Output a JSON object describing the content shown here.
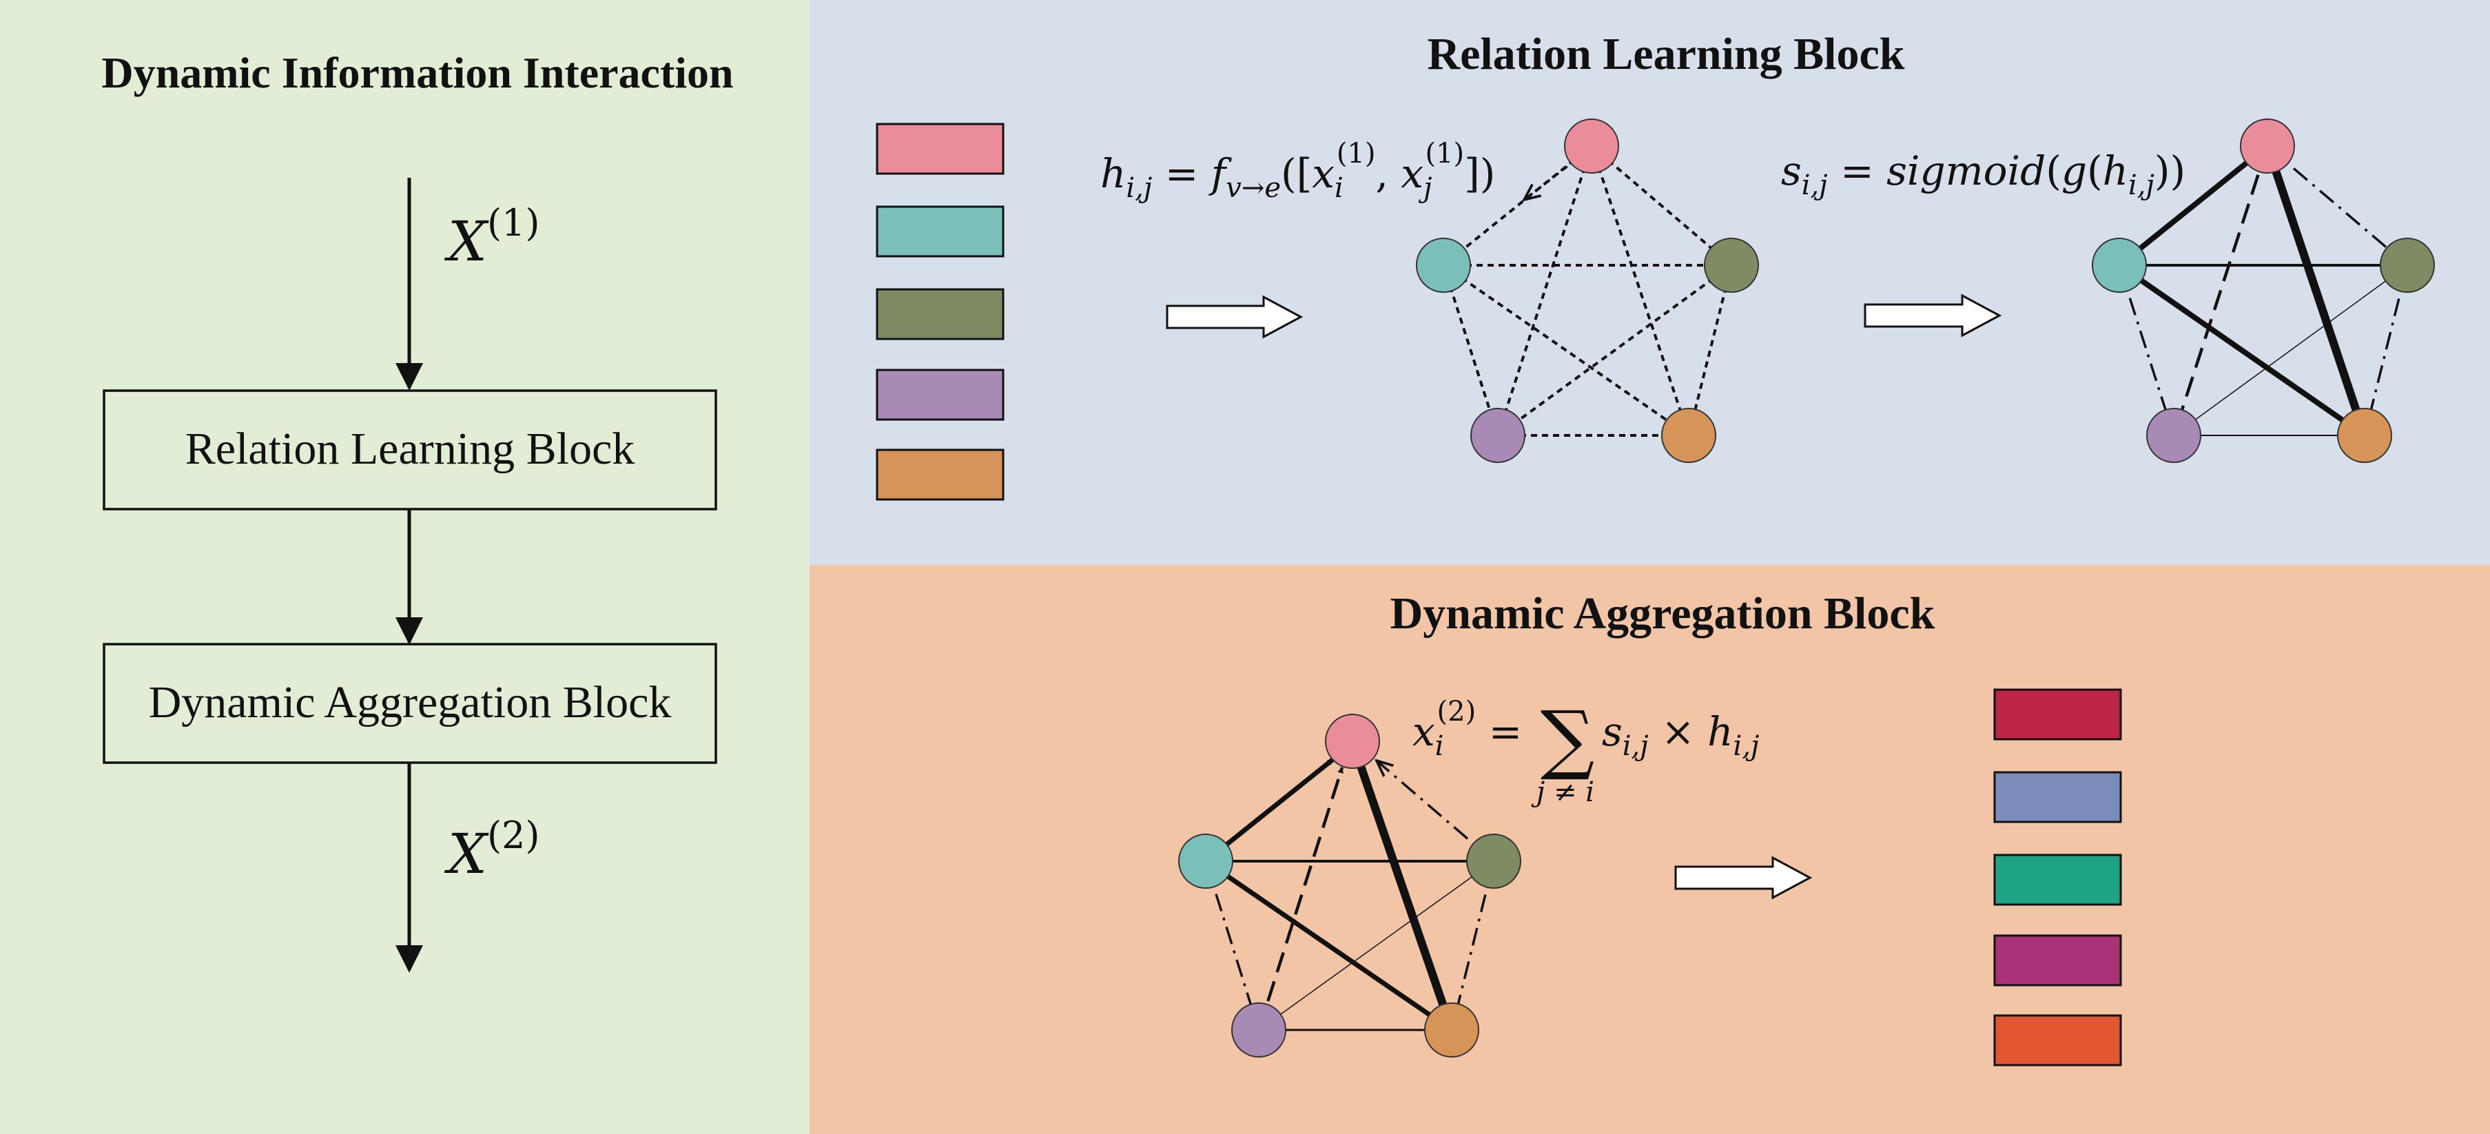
{
  "colors": {
    "left_panel": "#e1edd4",
    "top_panel": "#d7dfea",
    "bottom_panel": "#f2c5a6",
    "node_pink": "#ea8c9a",
    "node_teal": "#7bbfbb",
    "node_olive": "#7f8b63",
    "node_purple": "#a98ab5",
    "node_orange": "#d69459",
    "out_crimson": "#bd2447",
    "out_blue": "#7b8cba",
    "out_green": "#1fa385",
    "out_magenta": "#aa3078",
    "out_red": "#e25632"
  },
  "left": {
    "title": "Dynamic Information Interaction",
    "input_label": {
      "base": "X",
      "sup": "(1)"
    },
    "box1": "Relation Learning Block",
    "box2": "Dynamic Aggregation Block",
    "output_label": {
      "base": "X",
      "sup": "(2)"
    }
  },
  "top": {
    "title": "Relation Learning Block",
    "eq_h": {
      "h": "h",
      "h_sub": "i,j",
      "eq": " = ",
      "f": "f",
      "f_sub": "v→e",
      "open": "([",
      "x1": "x",
      "x1_sub": "i",
      "x1_sup": "(1)",
      "comma": ", ",
      "x2": "x",
      "x2_sub": "j",
      "x2_sup": "(1)",
      "close": "])"
    },
    "eq_s": {
      "s": "s",
      "s_sub": "i,j",
      "eq": " = ",
      "fn": "sigmoid",
      "open1": "(",
      "g": "g",
      "open2": "(",
      "h": "h",
      "h_sub": "i,j",
      "close": "))"
    }
  },
  "bottom": {
    "title": "Dynamic Aggregation Block",
    "eq_x": {
      "x": "x",
      "x_sub": "i",
      "x_sup": "(2)",
      "eq": " = ",
      "sum": "∑",
      "sum_sub": "j ≠ i",
      "s": "s",
      "s_sub": "i,j",
      "times": " × ",
      "h": "h",
      "h_sub": "i,j"
    }
  }
}
